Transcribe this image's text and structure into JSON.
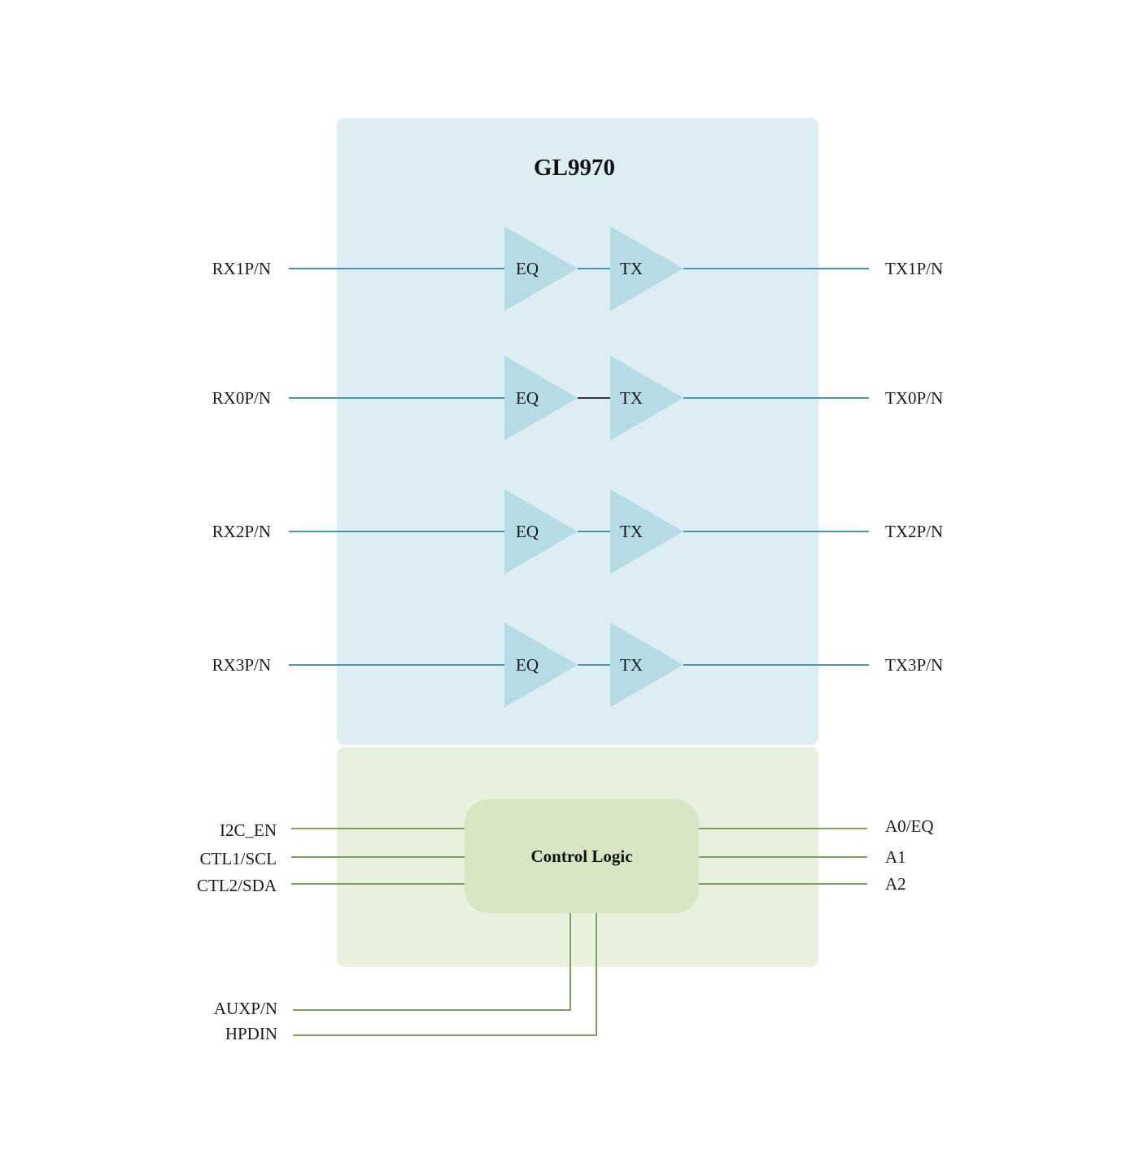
{
  "chip": {
    "title": "GL9970"
  },
  "colors": {
    "chip_bg": "#dcedf3",
    "control_bg": "#e8f0de",
    "logic_box": "#d7e5c3",
    "amp_fill": "#b5dce4",
    "signal_line": "#4a97ab",
    "control_line": "#7fa05a",
    "link_dark": "#333333"
  },
  "lanes": [
    {
      "rx": "RX1P/N",
      "eq": "EQ",
      "tx": "TX",
      "tx_out": "TX1P/N"
    },
    {
      "rx": "RX0P/N",
      "eq": "EQ",
      "tx": "TX",
      "tx_out": "TX0P/N"
    },
    {
      "rx": "RX2P/N",
      "eq": "EQ",
      "tx": "TX",
      "tx_out": "TX2P/N"
    },
    {
      "rx": "RX3P/N",
      "eq": "EQ",
      "tx": "TX",
      "tx_out": "TX3P/N"
    }
  ],
  "control": {
    "label": "Control Logic",
    "left_pins": [
      "I2C_EN",
      "CTL1/SCL",
      "CTL2/SDA"
    ],
    "right_pins": [
      "A0/EQ",
      "A1",
      "A2"
    ],
    "bottom_pins": [
      "AUXP/N",
      "HPDIN"
    ]
  }
}
